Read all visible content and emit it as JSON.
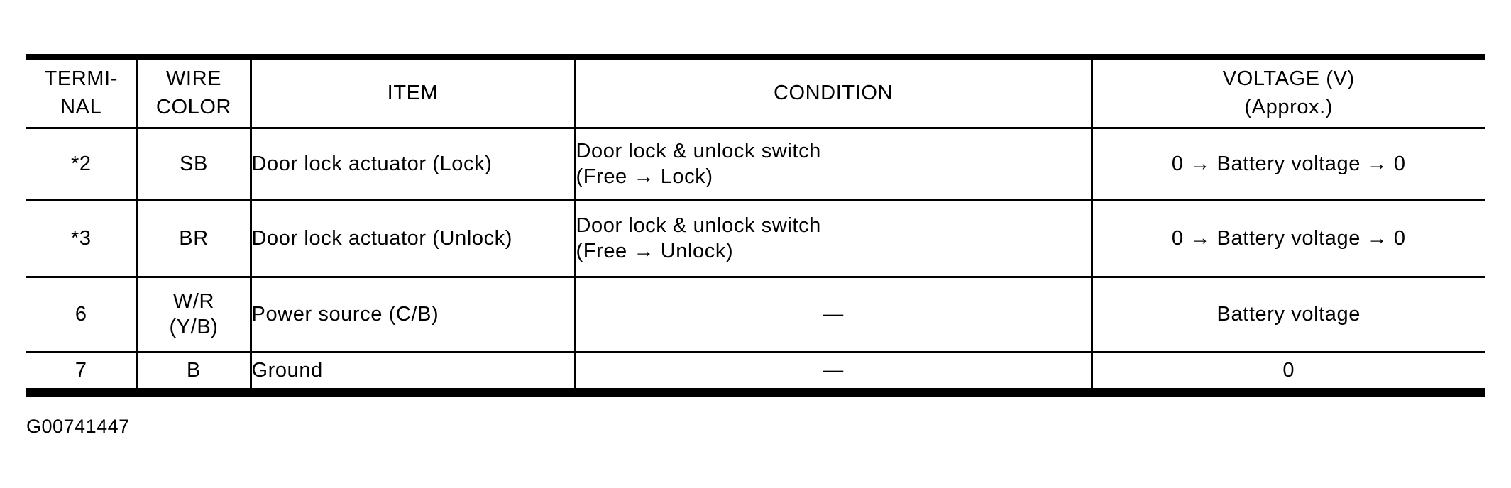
{
  "document": {
    "table": {
      "headers": {
        "terminal": "TERMI-\nNAL",
        "wire_color": "WIRE\nCOLOR",
        "item": "ITEM",
        "condition": "CONDITION",
        "voltage": "VOLTAGE (V)\n(Approx.)"
      },
      "rows": [
        {
          "terminal": "*2",
          "wire_color": "SB",
          "item": "Door lock actuator (Lock)",
          "condition": "Door lock & unlock switch\n(Free → Lock)",
          "voltage": "0 → Battery voltage → 0"
        },
        {
          "terminal": "*3",
          "wire_color": "BR",
          "item": "Door lock actuator (Unlock)",
          "condition": "Door lock & unlock switch\n(Free → Unlock)",
          "voltage": "0 → Battery voltage → 0"
        },
        {
          "terminal": "6",
          "wire_color": "W/R\n(Y/B)",
          "item": "Power source (C/B)",
          "condition": "—",
          "voltage": "Battery voltage"
        },
        {
          "terminal": "7",
          "wire_color": "B",
          "item": "Ground",
          "condition": "—",
          "voltage": "0"
        }
      ]
    },
    "figure_id": "G00741447",
    "colors": {
      "ink": "#000000",
      "paper": "#ffffff"
    }
  }
}
